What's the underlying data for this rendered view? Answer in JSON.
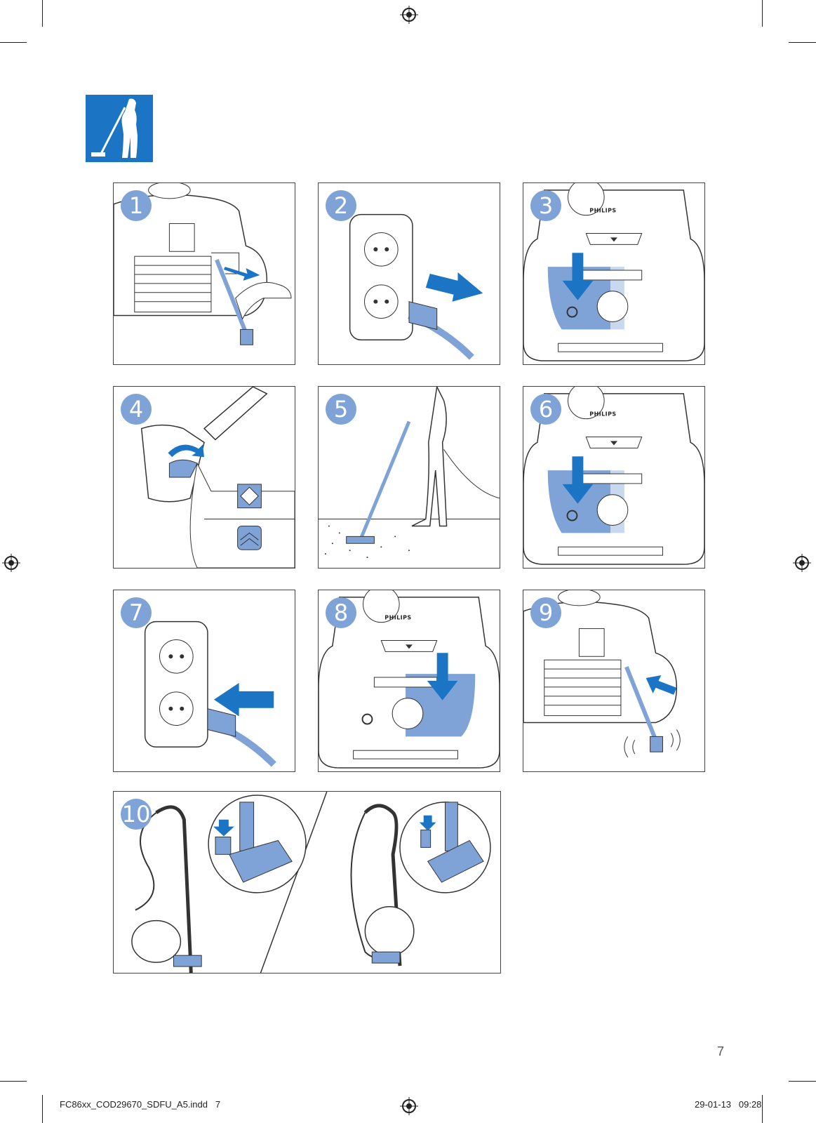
{
  "header_icon": {
    "icon": "vacuuming-person-icon",
    "color": "#1b75c4"
  },
  "steps": [
    {
      "number": "1",
      "scene": "pull-cord-out-of-appliance"
    },
    {
      "number": "2",
      "scene": "insert-plug-into-socket"
    },
    {
      "number": "3",
      "scene": "press-on-off-button"
    },
    {
      "number": "4",
      "scene": "set-nozzle-for-floor-type"
    },
    {
      "number": "5",
      "scene": "vacuum-the-floor"
    },
    {
      "number": "6",
      "scene": "press-on-off-button-to-switch-off"
    },
    {
      "number": "7",
      "scene": "remove-plug-from-socket"
    },
    {
      "number": "8",
      "scene": "press-cord-rewind-button"
    },
    {
      "number": "9",
      "scene": "cord-winds-in-automatically"
    },
    {
      "number": "10",
      "scene": "park-nozzle-for-storage"
    }
  ],
  "brand_label": "PHILIPS",
  "accent_color": "#7fa3d6",
  "arrow_color": "#1b75c4",
  "page_number": "7",
  "footer": {
    "file_name": "FC86xx_COD29670_SDFU_A5.indd   7",
    "timestamp": "29-01-13   09:28"
  }
}
